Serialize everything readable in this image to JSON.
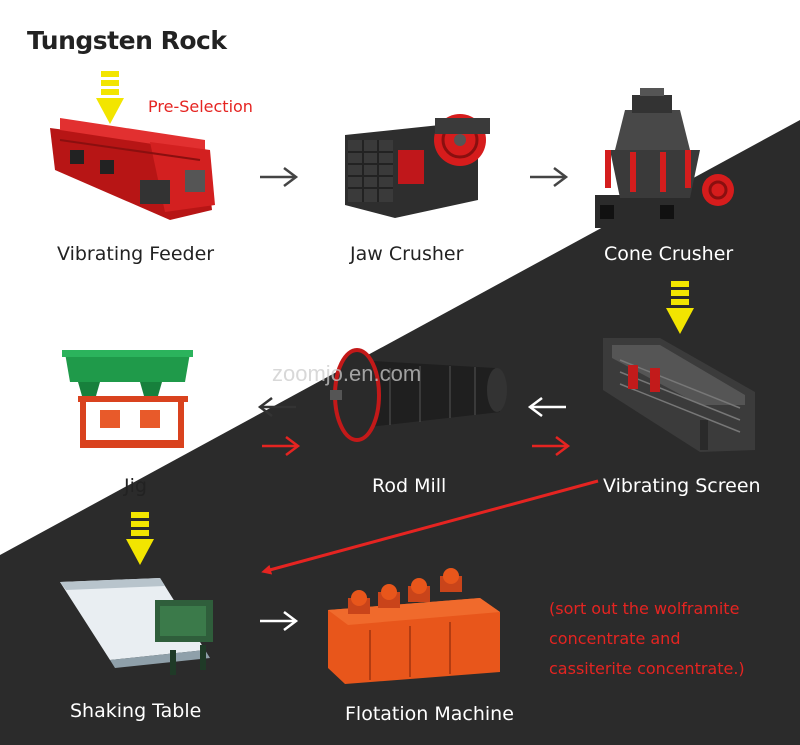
{
  "title": "Tungsten Rock",
  "pre_selection": "Pre-Selection",
  "watermark": "zoomjo.en.com",
  "machines": {
    "vibrating_feeder": "Vibrating Feeder",
    "jaw_crusher": "Jaw Crusher",
    "cone_crusher": "Cone Crusher",
    "vibrating_screen": "Vibrating Screen",
    "rod_mill": "Rod Mill",
    "jig": "Jig",
    "shaking_table": "Shaking Table",
    "flotation_machine": "Flotation Machine"
  },
  "note": {
    "line1": "(sort out the wolframite",
    "line2": "concentrate  and",
    "line3": "cassiterite concentrate.)"
  },
  "colors": {
    "background_dark": "#2b2b2b",
    "background_light": "#ffffff",
    "accent_red": "#e52421",
    "feed_arrow_yellow": "#f2e500",
    "machine_red": "#d21d1d",
    "machine_orange": "#e8561b",
    "jig_green": "#1f9a4a"
  },
  "icons": [
    "yellow-down-arrow-icon",
    "gray-right-arrow-icon",
    "white-left-arrow-icon",
    "red-right-arrow-icon",
    "red-diagonal-arrow-icon"
  ]
}
